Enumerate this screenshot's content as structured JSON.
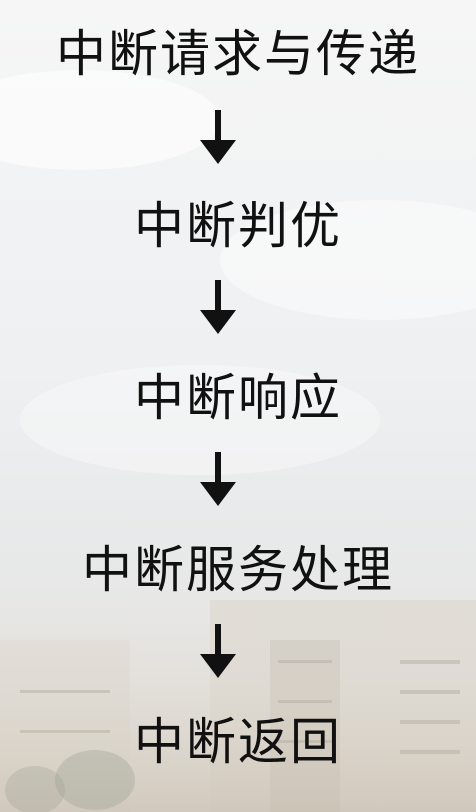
{
  "steps": [
    {
      "label": "中断请求与传递"
    },
    {
      "label": "中断判优"
    },
    {
      "label": "中断响应"
    },
    {
      "label": "中断服务处理"
    },
    {
      "label": "中断返回"
    }
  ],
  "arrow_icon": "down-arrow-icon",
  "colors": {
    "text": "#111111",
    "arrow": "#111111"
  }
}
